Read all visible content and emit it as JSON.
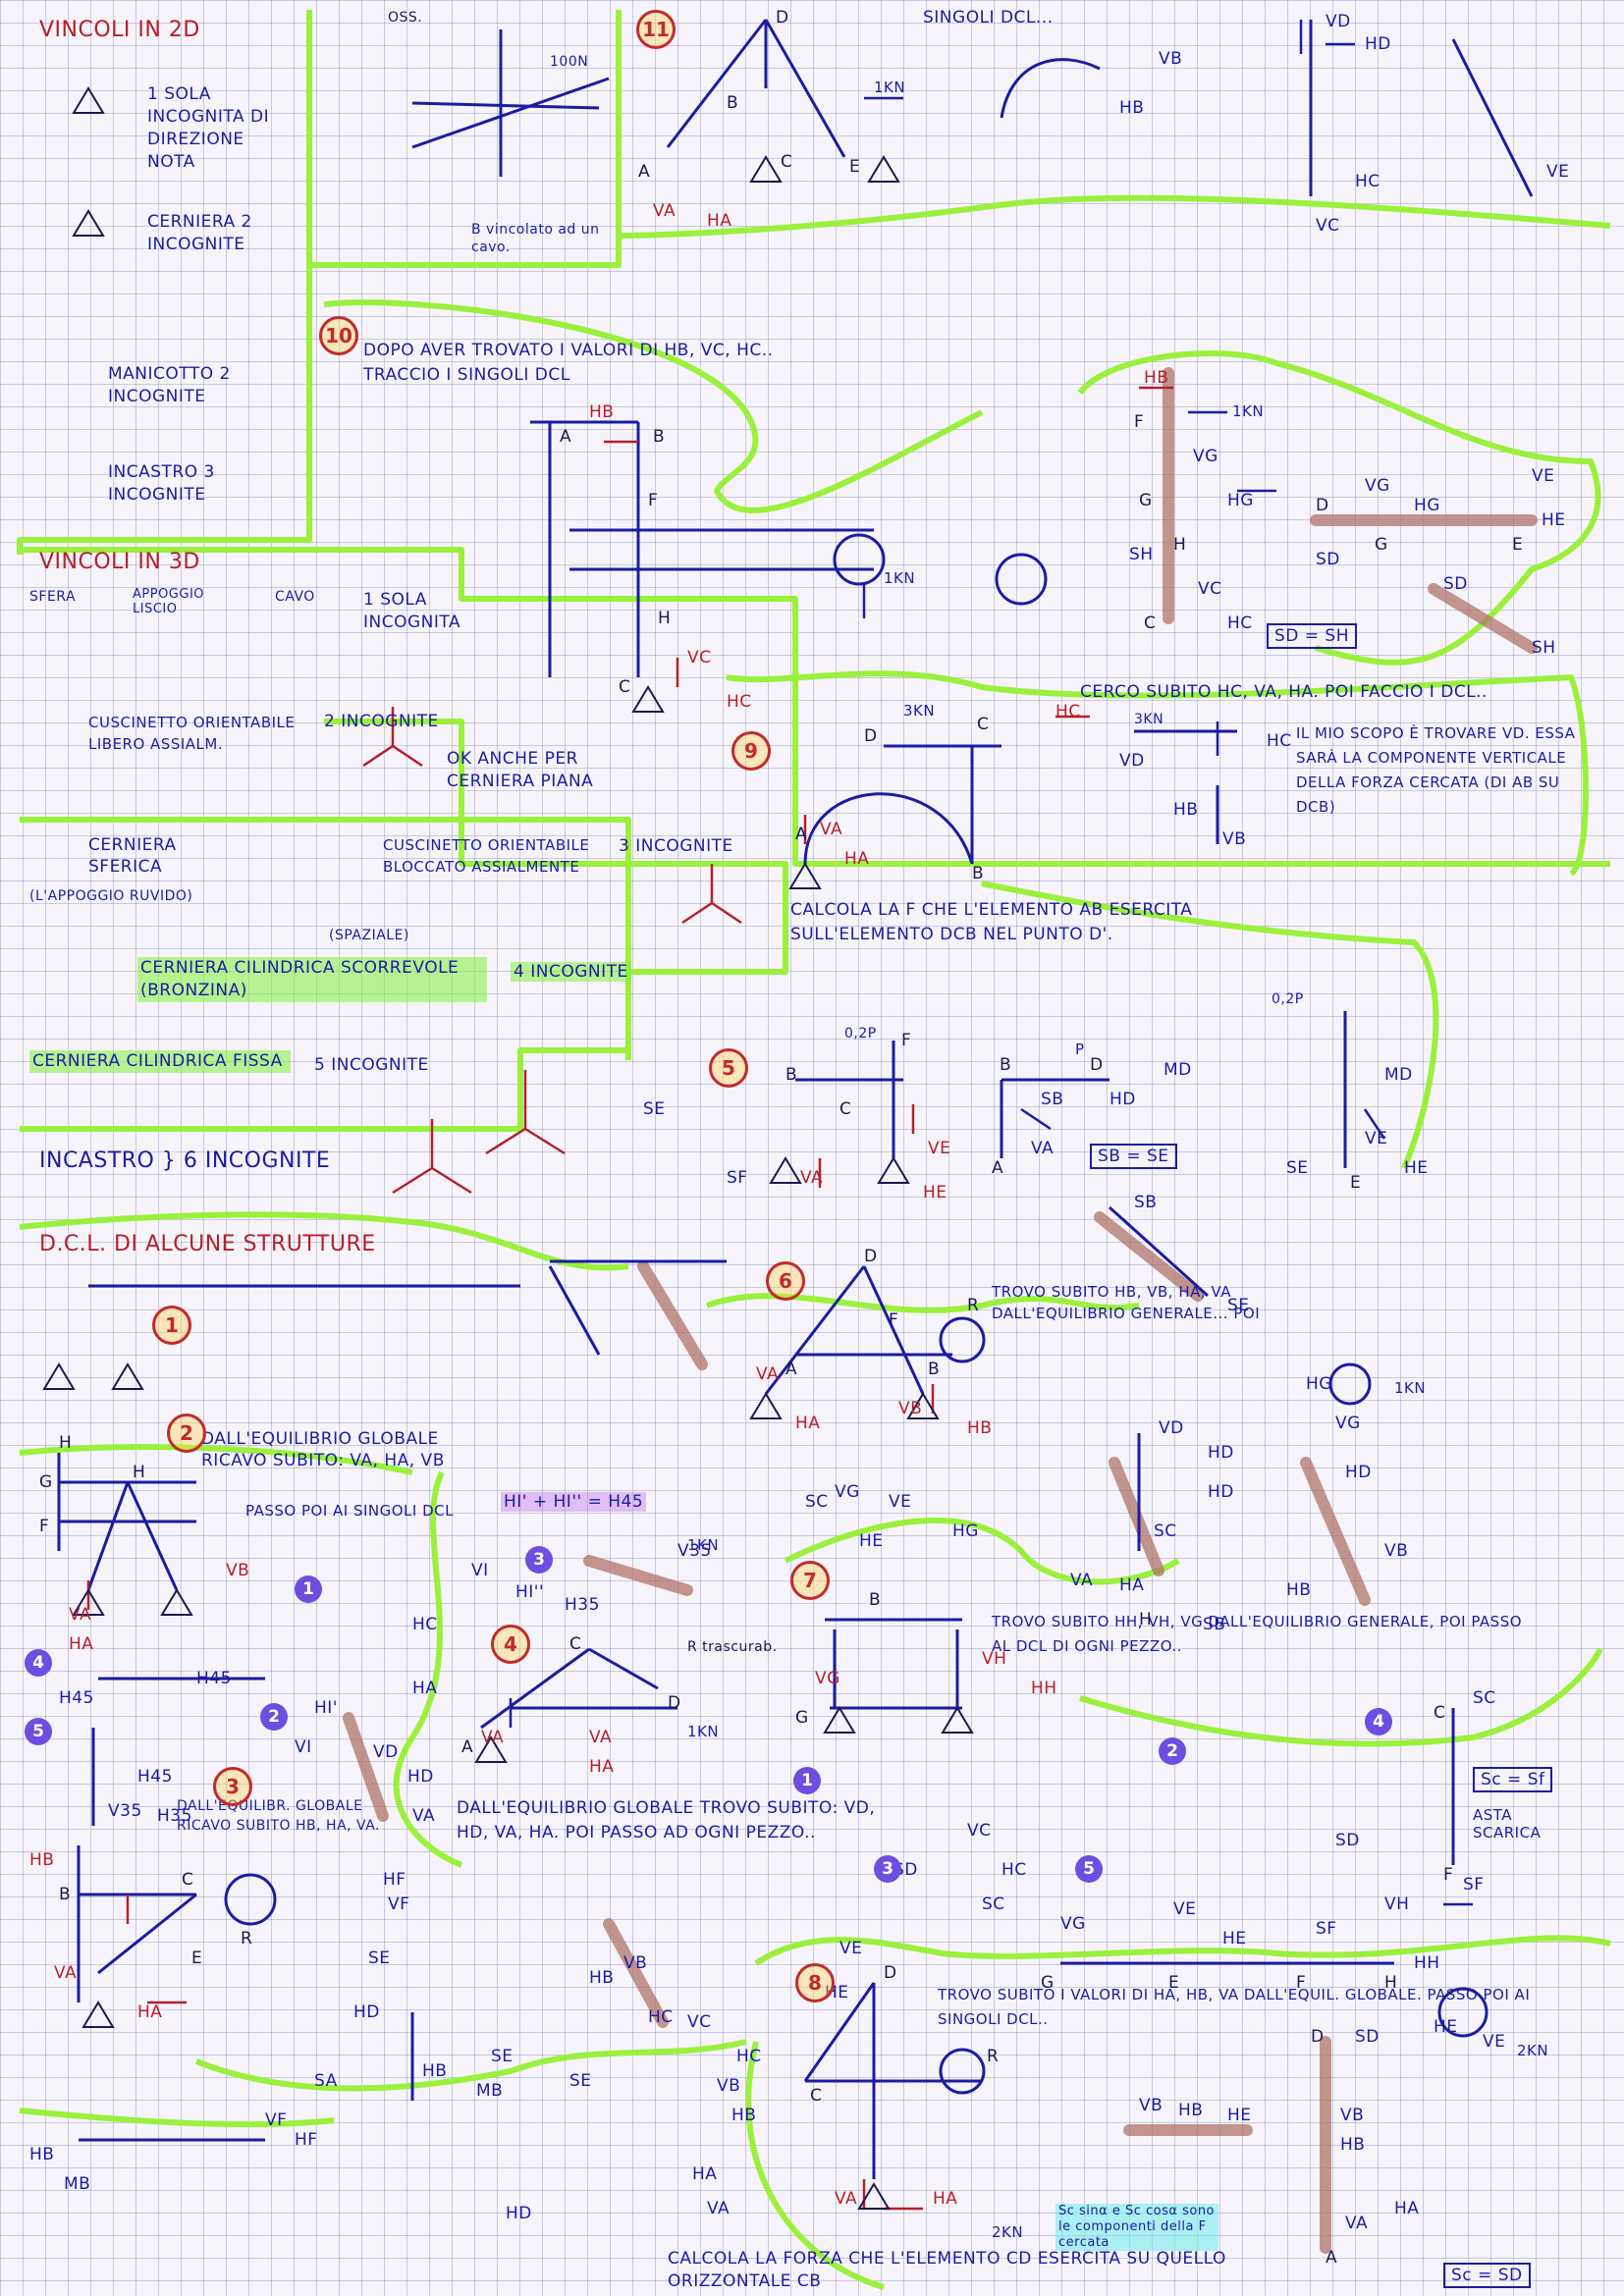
{
  "constraints_2d": {
    "title": "VINCOLI IN 2D",
    "carrello": "1 SOLA INCOGNITA DI DIREZIONE NOTA",
    "cerniera": "CERNIERA 2 INCOGNITE",
    "manicotto": "MANICOTTO 2 INCOGNITE",
    "incastro": "INCASTRO 3 INCOGNITE"
  },
  "constraints_3d": {
    "title": "VINCOLI IN 3D",
    "sfera": "SFERA",
    "appoggio": "APPOGGIO LISCIO",
    "cavo": "CAVO",
    "one_unknown": "1 SOLA INCOGNITA",
    "cuscinetto": "CUSCINETTO ORIENTABILE LIBERO ASSIALM.",
    "two_unknowns": "2 INCOGNITE",
    "anche": "OK ANCHE PER CERNIERA PIANA",
    "cerniera_sferica": "CERNIERA SFERICA",
    "appoggio_ruvido": "(L'APPOGGIO RUVIDO)",
    "cuscinetto_bloccato": "CUSCINETTO ORIENTABILE BLOCCATO ASSIALMENTE",
    "three_unknowns": "3 INCOGNITE",
    "spaziale": "(SPAZIALE)",
    "cerniera_cilindrica_scorrevole": "CERNIERA CILINDRICA SCORREVOLE (BRONZINA)",
    "four_unknowns": "4 INCOGNITE",
    "cerniera_cilindrica_fissa": "CERNIERA CILINDRICA FISSA",
    "five_unknowns": "5 INCOGNITE",
    "incastro_6": "INCASTRO } 6 INCOGNITE"
  },
  "dcl_title": "D.C.L. DI ALCUNE STRUTTURE",
  "notes": {
    "oss": "OSS.",
    "singoli": "SINGOLI DCL...",
    "vincolato": "B vincolato ad un cavo.",
    "dopo": "DOPO AVER TROVATO I VALORI DI HB, VC, HC.. TRACCIO I SINGOLI DCL",
    "cerco": "CERCO SUBITO HC, VA, HA. POI FACCIO I DCL..",
    "scopo": "IL MIO SCOPO È TROVARE VD. ESSA SARÀ LA COMPONENTE VERTICALE DELLA FORZA CERCATA (DI AB SU DCB)",
    "calcola_f": "CALCOLA LA F CHE L'ELEMENTO AB ESERCITA SULL'ELEMENTO DCB NEL PUNTO D'.",
    "trovo_6": "TROVO SUBITO HB, VB, HA, VA DALL'EQUILIBRIO GENERALE... POI",
    "equilibrio_2": "DALL'EQUILIBRIO GLOBALE RICAVO SUBITO: VA, HA, VB",
    "passo_2": "PASSO POI AI SINGOLI DCL",
    "hi": "HI' + HI'' = H45",
    "trovo_7": "TROVO SUBITO HH, VH, VG DALL'EQUILIBRIO GENERALE, POI PASSO AL DCL DI OGNI PEZZO..",
    "equilibrio_3": "DALL'EQUILIBR. GLOBALE RICAVO SUBITO HB, HA, VA.",
    "equilibrio_4": "DALL'EQUILIBRIO GLOBALE TROVO SUBITO: VD, HD, VA, HA. POI PASSO AD OGNI PEZZO..",
    "trovo_8": "TROVO SUBITO I VALORI DI HA, HB, VA DALL'EQUIL. GLOBALE. PASSO POI AI SINGOLI DCL..",
    "componenti": "Sc sinα e Sc cosα sono le componenti della F cercata",
    "calcola_cd": "CALCOLA LA FORZA CHE L'ELEMENTO CD ESERCITA SU QUELLO ORIZZONTALE CB",
    "asta_scarica": "ASTA SCARICA",
    "rtrascurab": "R trascurab."
  },
  "equalities": {
    "sd_sh": "SD = SH",
    "sb_se": "SB = SE",
    "sc_sf": "Sc = Sf",
    "sc_sd": "Sc = SD"
  },
  "loads": {
    "one_kn": "1KN",
    "two_kn": "2KN",
    "three_kn": "3KN",
    "p": "P",
    "zero_two_p": "0,2P",
    "hundred_n": "100N"
  },
  "badges": {
    "red": [
      "11",
      "10",
      "9",
      "5",
      "6",
      "1",
      "2",
      "3",
      "4",
      "7",
      "8"
    ],
    "blue": [
      "1",
      "2",
      "3",
      "4",
      "5"
    ]
  },
  "labels": {
    "A": "A",
    "B": "B",
    "C": "C",
    "D": "D",
    "E": "E",
    "F": "F",
    "G": "G",
    "H": "H",
    "R": "R",
    "VA": "VA",
    "HA": "HA",
    "VB": "VB",
    "HB": "HB",
    "VC": "VC",
    "HC": "HC",
    "VD": "VD",
    "HD": "HD",
    "VE": "VE",
    "HE": "HE",
    "VG": "VG",
    "HG": "HG",
    "SD": "SD",
    "SH": "SH",
    "SB": "SB",
    "SE": "SE",
    "SF": "SF",
    "SC": "SC",
    "SA": "SA",
    "MB": "MB",
    "MD": "MD",
    "H45": "H45",
    "V35": "V35",
    "H35": "H35",
    "VI": "VI",
    "HI2": "HI''",
    "HI1": "HI'",
    "HF": "HF",
    "VF": "VF",
    "VH": "VH",
    "HH": "HH"
  },
  "colors": {
    "paper": "#f6f4fa",
    "grid": "#8c8cc0",
    "blue_ink": "#1c1ca0",
    "red_ink": "#b4202a",
    "green_highlighter": "#9af03c",
    "purple_highlighter": "#b45ae6",
    "cyan_highlighter": "#78ebeb",
    "brown_pencil": "#b0746a"
  }
}
